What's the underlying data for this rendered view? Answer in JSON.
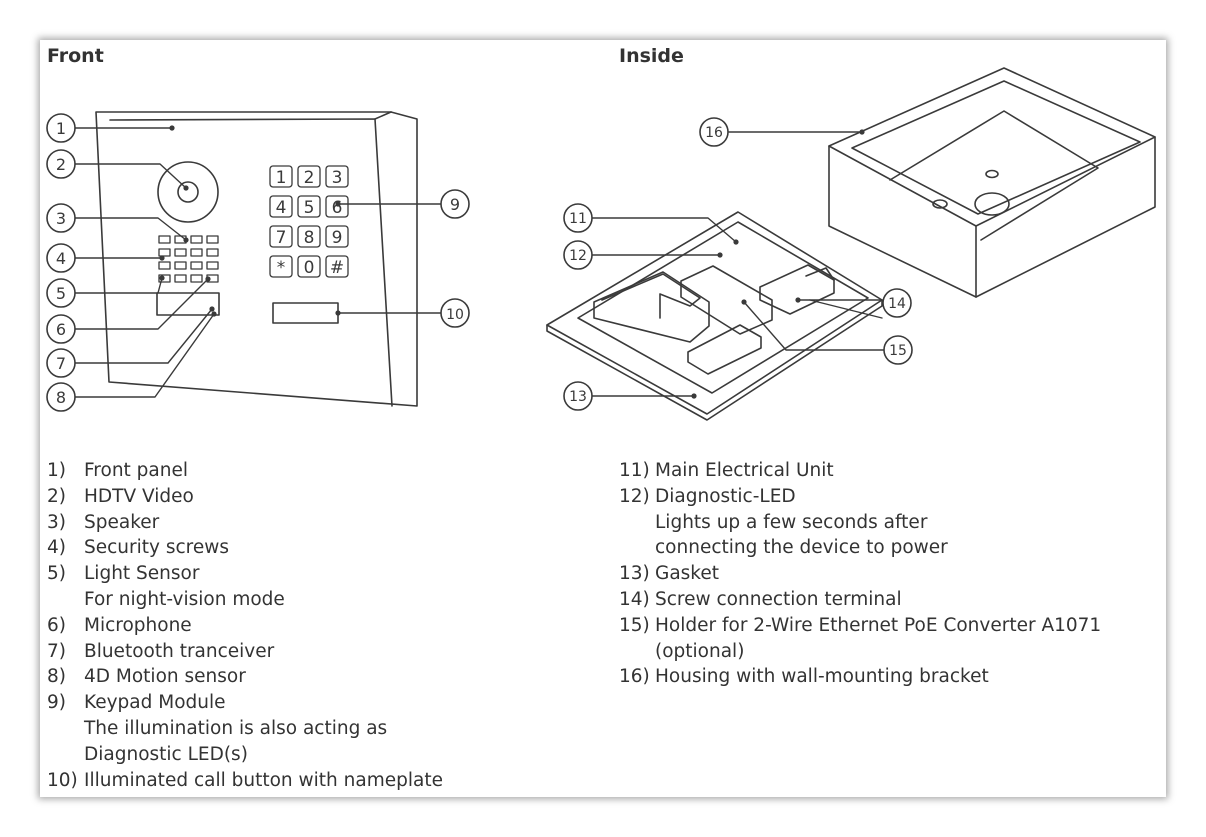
{
  "front": {
    "heading": "Front",
    "keypad_keys": [
      "1",
      "2",
      "3",
      "4",
      "5",
      "6",
      "7",
      "8",
      "9",
      "*",
      "0",
      "#"
    ],
    "callouts": [
      "1",
      "2",
      "3",
      "4",
      "5",
      "6",
      "7",
      "8",
      "9",
      "10"
    ]
  },
  "inside": {
    "heading": "Inside",
    "callouts": [
      "11",
      "12",
      "13",
      "14",
      "15",
      "16"
    ]
  },
  "legend_left": [
    {
      "num": "1)",
      "label": "Front panel"
    },
    {
      "num": "2)",
      "label": "HDTV Video"
    },
    {
      "num": "3)",
      "label": "Speaker"
    },
    {
      "num": "4)",
      "label": "Security screws"
    },
    {
      "num": "5)",
      "label": "Light Sensor",
      "sub": [
        "For night-vision mode"
      ]
    },
    {
      "num": "6)",
      "label": "Microphone"
    },
    {
      "num": "7)",
      "label": "Bluetooth tranceiver"
    },
    {
      "num": "8)",
      "label": "4D Motion sensor"
    },
    {
      "num": "9)",
      "label": "Keypad Module",
      "sub": [
        "The illumination is also acting as",
        "Diagnostic LED(s)"
      ]
    },
    {
      "num": "10)",
      "label": "Illuminated call button with nameplate"
    }
  ],
  "legend_right": [
    {
      "num": "11)",
      "label": "Main Electrical Unit"
    },
    {
      "num": "12)",
      "label": "Diagnostic-LED",
      "sub": [
        "Lights up a few seconds after",
        "connecting the device to power"
      ]
    },
    {
      "num": "13)",
      "label": "Gasket"
    },
    {
      "num": "14)",
      "label": "Screw connection terminal"
    },
    {
      "num": "15)",
      "label": "Holder for 2-Wire Ethernet PoE Converter A1071",
      "sub": [
        "(optional)"
      ]
    },
    {
      "num": "16)",
      "label": "Housing with wall-mounting bracket"
    }
  ]
}
